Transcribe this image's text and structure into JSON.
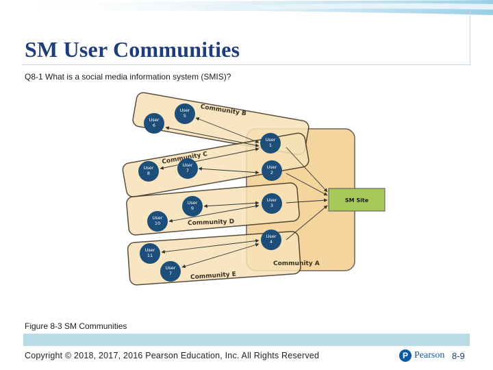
{
  "slide": {
    "title": "SM User Communities",
    "subtitle": "Q8-1 What is a social media information system (SMIS)?",
    "caption": "Figure 8-3 SM Communities",
    "copyright": "Copyright © 2018, 2017, 2016 Pearson Education, Inc. All Rights Reserved",
    "logo_text": "Pearson",
    "logo_mark": "P",
    "page_number": "8-9"
  },
  "diagram": {
    "communities": [
      {
        "id": "B",
        "label": "Community B"
      },
      {
        "id": "C",
        "label": "Community C"
      },
      {
        "id": "D",
        "label": "Community D"
      },
      {
        "id": "E",
        "label": "Community E"
      },
      {
        "id": "A",
        "label": "Community A"
      }
    ],
    "users": [
      {
        "id": "u5",
        "line1": "User",
        "line2": "5"
      },
      {
        "id": "u6",
        "line1": "User",
        "line2": "6"
      },
      {
        "id": "u1",
        "line1": "User",
        "line2": "1"
      },
      {
        "id": "u7a",
        "line1": "User",
        "line2": "7"
      },
      {
        "id": "u8",
        "line1": "User",
        "line2": "8"
      },
      {
        "id": "u2",
        "line1": "User",
        "line2": "2"
      },
      {
        "id": "u9",
        "line1": "User",
        "line2": "9"
      },
      {
        "id": "u3",
        "line1": "User",
        "line2": "3"
      },
      {
        "id": "u10",
        "line1": "User",
        "line2": "10"
      },
      {
        "id": "u4",
        "line1": "User",
        "line2": "4"
      },
      {
        "id": "u11",
        "line1": "User",
        "line2": "11"
      },
      {
        "id": "u7b",
        "line1": "User",
        "line2": "7"
      }
    ],
    "site": {
      "label": "SM Site"
    },
    "colors": {
      "community_fill": "#f7e2b8",
      "community_stroke": "#3a2e1e",
      "community_a_fill": "#f1c77e",
      "user_fill": "#1d4e7a",
      "user_text": "#ffffff",
      "site_fill": "#a7c95a",
      "arrow": "#333333"
    }
  }
}
